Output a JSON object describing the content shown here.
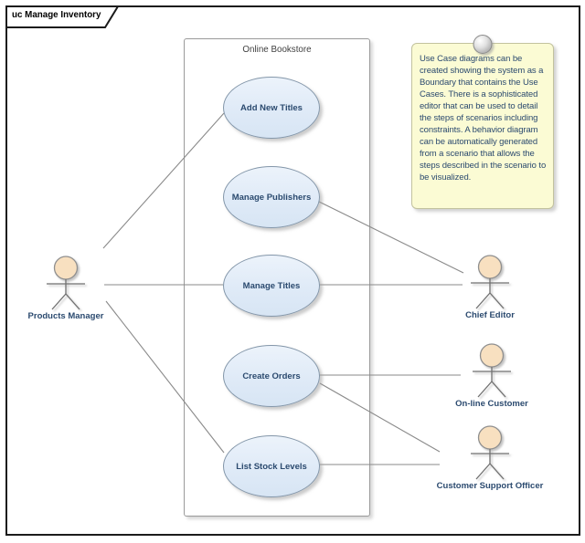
{
  "frame": {
    "title": "uc Manage Inventory"
  },
  "boundary": {
    "title": "Online Bookstore"
  },
  "use_cases": [
    {
      "id": "add-new-titles",
      "label": "Add New Titles"
    },
    {
      "id": "manage-publishers",
      "label": "Manage Publishers"
    },
    {
      "id": "manage-titles",
      "label": "Manage Titles"
    },
    {
      "id": "create-orders",
      "label": "Create Orders"
    },
    {
      "id": "list-stock-levels",
      "label": "List Stock Levels"
    }
  ],
  "actors": [
    {
      "id": "products-manager",
      "label": "Products Manager"
    },
    {
      "id": "chief-editor",
      "label": "Chief Editor"
    },
    {
      "id": "on-line-customer",
      "label": "On-line Customer"
    },
    {
      "id": "customer-support-officer",
      "label": "Customer Support Officer"
    }
  ],
  "associations": [
    {
      "from": "Products Manager",
      "to": "Add New Titles"
    },
    {
      "from": "Products Manager",
      "to": "Manage Titles"
    },
    {
      "from": "Products Manager",
      "to": "List Stock Levels"
    },
    {
      "from": "Manage Publishers",
      "to": "Chief Editor"
    },
    {
      "from": "Manage Titles",
      "to": "Chief Editor"
    },
    {
      "from": "Create Orders",
      "to": "On-line Customer"
    },
    {
      "from": "Create Orders",
      "to": "Customer Support Officer"
    },
    {
      "from": "List Stock Levels",
      "to": "Customer Support Officer"
    }
  ],
  "note": {
    "text": "Use Case diagrams can be created showing the system as a Boundary that contains the Use Cases. There is a sophisticated editor that can be used to detail the steps of scenarios including constraints. A behavior diagram can be automatically generated from a scenario that allows the steps described in the scenario to be visualized."
  },
  "colors": {
    "usecase_fill": "#E2EDF8",
    "usecase_border": "#8396A9",
    "actor_head_fill": "#F8E0C0",
    "note_fill": "#FBFBD4",
    "note_border": "#C2C29E",
    "connector": "#8A8A8A",
    "label_text": "#2B4A6F",
    "frame_border": "#1B1B1B"
  }
}
